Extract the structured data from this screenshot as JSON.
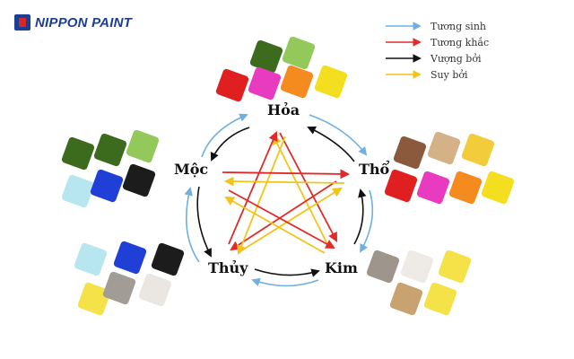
{
  "brand": {
    "name": "NIPPON PAINT"
  },
  "legend": [
    {
      "label": "Tương sinh",
      "color": "#6fb0e0"
    },
    {
      "label": "Tương khắc",
      "color": "#e02b2b"
    },
    {
      "label": "Vượng bởi",
      "color": "#111111"
    },
    {
      "label": "Suy bởi",
      "color": "#f2c41a"
    }
  ],
  "elements": {
    "hoa": {
      "label": "Hỏa",
      "swatches": [
        "#3d6b1e",
        "#93c95a",
        "#e02020",
        "#e83bc0",
        "#f58a1f",
        "#f3de1f"
      ]
    },
    "tho": {
      "label": "Thổ",
      "swatches": [
        "#8b5a3c",
        "#d4b186",
        "#f2cc3a",
        "#e02020",
        "#e83bc0",
        "#f58a1f",
        "#f3de1f"
      ]
    },
    "kim": {
      "label": "Kim",
      "swatches": [
        "#9e958d",
        "#eeeae6",
        "#f5e148",
        "#c8a26f",
        "#f5e148"
      ]
    },
    "thuy": {
      "label": "Thủy",
      "swatches": [
        "#b8e6f0",
        "#1f3fd6",
        "#1c1c1c",
        "#f5e148",
        "#a19c96",
        "#eae6e2"
      ]
    },
    "moc": {
      "label": "Mộc",
      "swatches": [
        "#3d6b1e",
        "#3d6b1e",
        "#93c95a",
        "#b8e6f0",
        "#1f3fd6",
        "#1c1c1c"
      ]
    }
  }
}
